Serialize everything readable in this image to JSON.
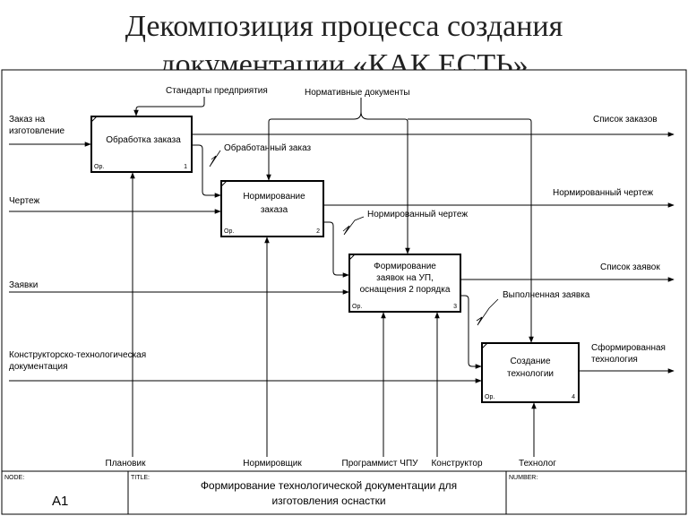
{
  "slide": {
    "title_line1": "Декомпозиция процесса создания",
    "title_line2": "документации «КАК ЕСТЬ»"
  },
  "diagram": {
    "boxes": [
      {
        "name": "Обработка заказа",
        "lines": [
          "Обработка заказа"
        ],
        "prefix": "Ор.",
        "num": "1"
      },
      {
        "name": "Нормирование заказа",
        "lines": [
          "Нормирование",
          "заказа"
        ],
        "prefix": "Ор.",
        "num": "2"
      },
      {
        "name": "Формирование заявок на УП",
        "lines": [
          "Формирование",
          "заявок на УП,",
          "оснащения 2 порядка"
        ],
        "prefix": "Ор.",
        "num": "3"
      },
      {
        "name": "Создание технологии",
        "lines": [
          "Создание",
          "технологии"
        ],
        "prefix": "Ор.",
        "num": "4"
      }
    ],
    "inputs": {
      "order": [
        "Заказ на",
        "изготовление"
      ],
      "drawing": "Чертеж",
      "requests": "Заявки",
      "design_docs": [
        "Конструкторско-технологическая",
        "документация"
      ]
    },
    "controls": {
      "standards": "Стандарты предприятия",
      "normative": "Нормативные документы"
    },
    "outputs": {
      "order_list": "Список заказов",
      "normed_drawing": "Нормированный чертеж",
      "request_list": "Список заявок",
      "technology": [
        "Сформированная",
        "технология"
      ]
    },
    "internal": {
      "processed_order": "Обработанный заказ",
      "normed_drawing_int": "Нормированный чертеж",
      "completed_request": "Выполненная заявка"
    },
    "mechanisms": {
      "planner": "Плановик",
      "normer": "Нормировщик",
      "programmer": "Программист ЧПУ",
      "designer": "Конструктор",
      "technologist": "Технолог"
    }
  },
  "footer": {
    "node_label": "NODE:",
    "node_value": "A1",
    "title_label": "TITLE:",
    "title_lines": [
      "Формирование технологической документации  для",
      "изготовления оснастки"
    ],
    "number_label": "NUMBER:"
  }
}
